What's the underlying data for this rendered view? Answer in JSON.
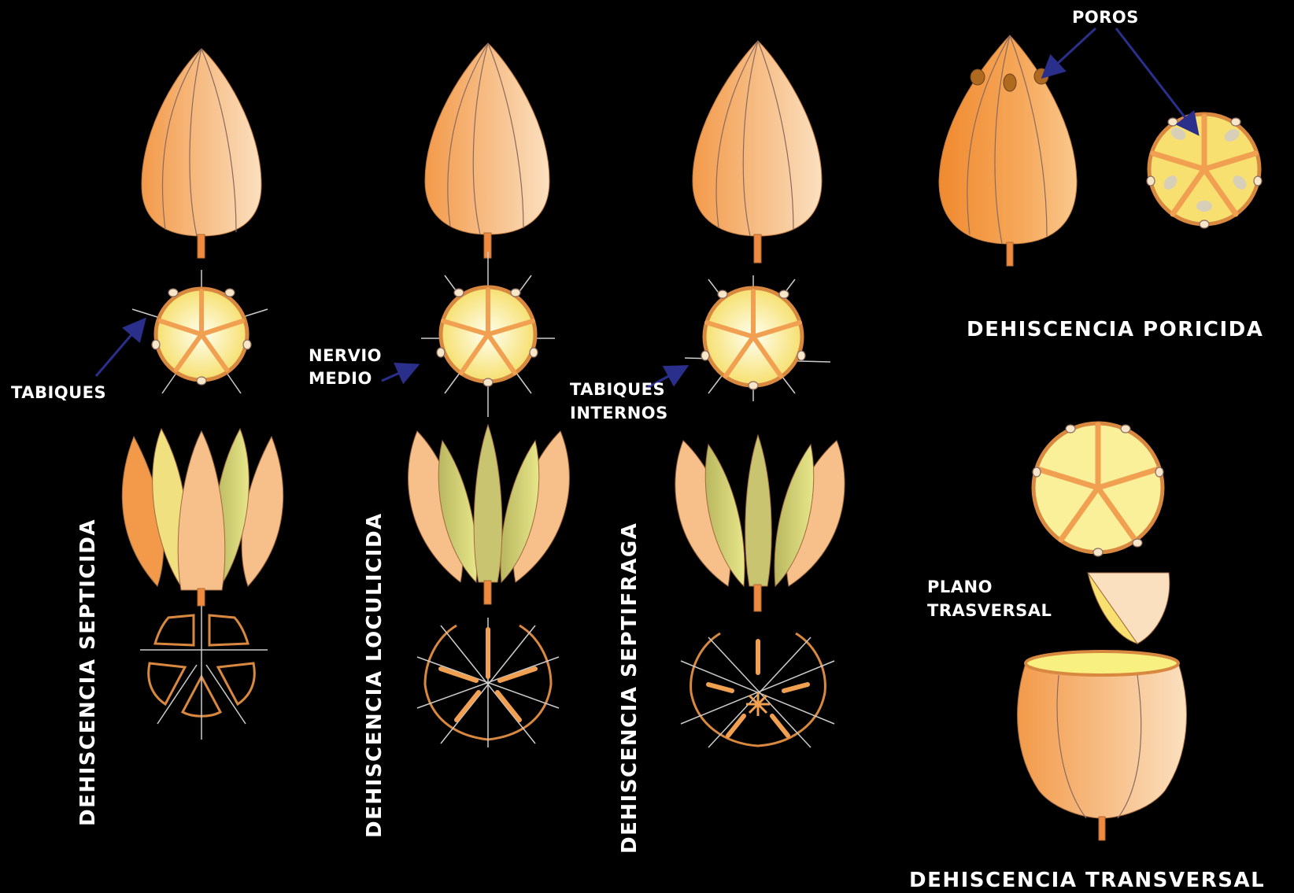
{
  "labels": {
    "poros": "POROS",
    "tabiques": "TABIQUES",
    "nervio_line1": "NERVIO",
    "nervio_line2": "MEDIO",
    "tabiques_int_line1": "TABIQUES",
    "tabiques_int_line2": "INTERNOS",
    "plano_line1": "PLANO",
    "plano_line2": "TRASVERSAL"
  },
  "titles": {
    "septicida": "DEHISCENCIA SEPTICIDA",
    "loculicida": "DEHISCENCIA LOCULICIDA",
    "septifraga": "DEHISCENCIA SEPTIFRAGA",
    "poricida": "DEHISCENCIA PORICIDA",
    "transversal": "DEHISCENCIA TRANSVERSAL"
  },
  "colors": {
    "fruit_light": "#f7cfa0",
    "fruit_dark": "#f39a4a",
    "septum": "#f0a050",
    "section_fill": "#fbf09a",
    "arrow": "#2b2f8c",
    "background": "#000000"
  }
}
